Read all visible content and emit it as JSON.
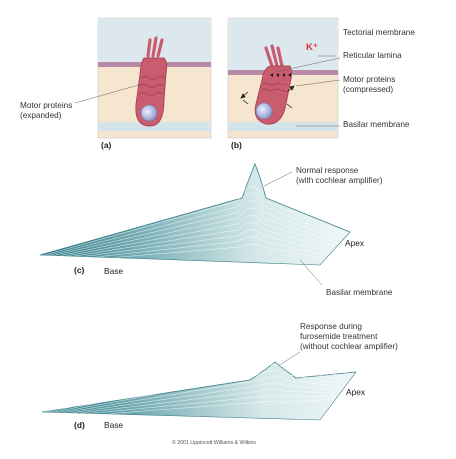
{
  "panels": {
    "a": {
      "id": "(a)",
      "motor_label_line1": "Motor proteins",
      "motor_label_line2": "(expanded)"
    },
    "b": {
      "id": "(b)",
      "tectorial": "Tectorial membrane",
      "potassium": "K⁺",
      "reticular": "Reticular lamina",
      "motor_line1": "Motor proteins",
      "motor_line2": "(compressed)",
      "basilar": "Basilar membrane"
    },
    "c": {
      "id": "(c)",
      "response_line1": "Normal response",
      "response_line2": "(with cochlear amplifier)",
      "apex": "Apex",
      "base": "Base",
      "basilar": "Basilar membrane"
    },
    "d": {
      "id": "(d)",
      "response_line1": "Response during",
      "response_line2": "furosemide treatment",
      "response_line3": "(without cochlear amplifier)",
      "apex": "Apex",
      "base": "Base"
    }
  },
  "copyright": "© 2001 Lippincott Williams & Wilkins",
  "colors": {
    "tectorial": "#dde8ee",
    "reticular": "#b98aa8",
    "tissue": "#f6e6cf",
    "basilar": "#d3e4ea",
    "hair_cell": "#c95c6e",
    "nucleus": "#9aa6d8",
    "wave_dark": "#2d7b88",
    "wave_light": "#e9f3f3",
    "ion": "#d8313a"
  }
}
